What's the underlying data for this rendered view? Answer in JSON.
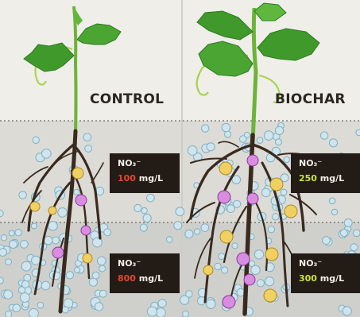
{
  "panels": [
    {
      "heading": "CONTROL",
      "boxes": [
        {
          "label": "NO₃⁻",
          "number": "100",
          "unit": " mg/L"
        },
        {
          "label": "NO₃⁻",
          "number": "800",
          "unit": " mg/L"
        }
      ]
    },
    {
      "heading": "BIOCHAR",
      "boxes": [
        {
          "label": "NO₃⁻",
          "number": "250",
          "unit": " mg/L"
        },
        {
          "label": "NO₃⁻",
          "number": "300",
          "unit": " mg/L"
        }
      ]
    }
  ],
  "colors": {
    "control_value": "#e2462d",
    "biochar_value": "#c8e23a",
    "leaf": "#3f9a2b",
    "root": "#3a2a1e",
    "box_bg": "#231b16"
  }
}
